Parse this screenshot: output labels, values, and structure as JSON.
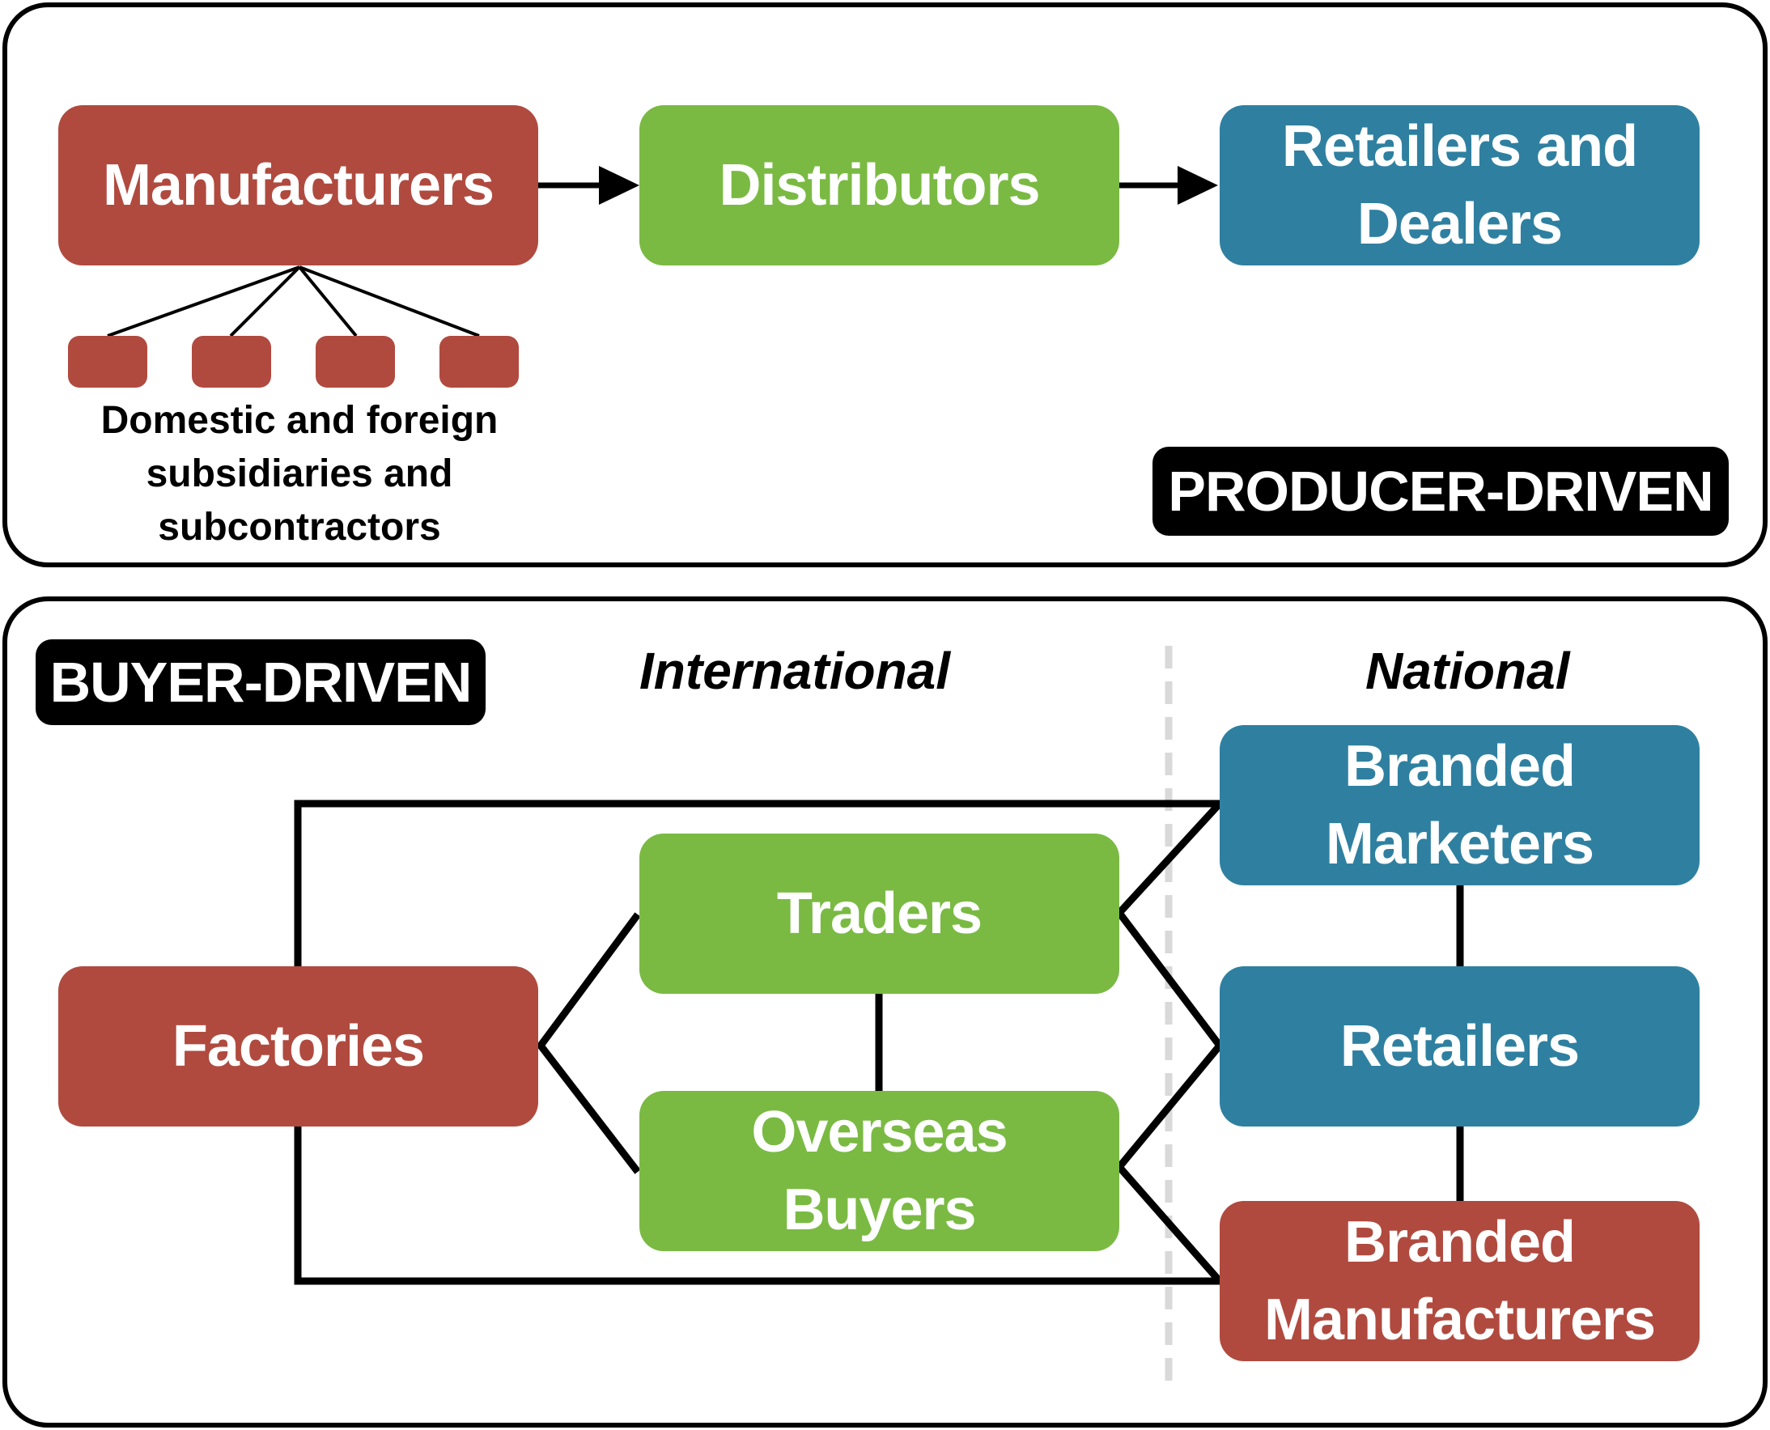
{
  "producer": {
    "tag": "PRODUCER-DRIVEN",
    "manufacturers": "Manufacturers",
    "distributors": "Distributors",
    "retailers_line1": "Retailers and",
    "retailers_line2": "Dealers",
    "subsidiaries_line1": "Domestic and foreign",
    "subsidiaries_line2": "subsidiaries and",
    "subsidiaries_line3": "subcontractors"
  },
  "buyer": {
    "tag": "BUYER-DRIVEN",
    "international": "International",
    "national": "National",
    "factories": "Factories",
    "traders": "Traders",
    "overseas_line1": "Overseas",
    "overseas_line2": "Buyers",
    "branded_marketers_line1": "Branded",
    "branded_marketers_line2": "Marketers",
    "retailers": "Retailers",
    "branded_manufacturers_line1": "Branded",
    "branded_manufacturers_line2": "Manufacturers"
  },
  "colors": {
    "red": "#b04a3f",
    "green": "#7aba43",
    "blue": "#2f80a0",
    "divider": "#d9d9d9"
  }
}
